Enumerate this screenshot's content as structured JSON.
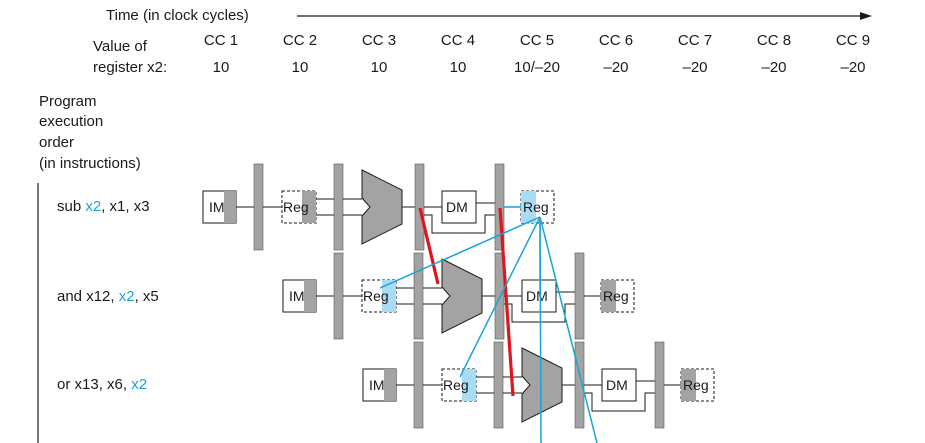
{
  "time_axis_label": "Time (in clock cycles)",
  "value_label_line1": "Value of",
  "value_label_line2": "register x2:",
  "cycles": [
    "CC 1",
    "CC 2",
    "CC 3",
    "CC 4",
    "CC 5",
    "CC 6",
    "CC 7",
    "CC 8",
    "CC 9"
  ],
  "register_values": [
    "10",
    "10",
    "10",
    "10",
    "10/–20",
    "–20",
    "–20",
    "–20",
    "–20"
  ],
  "order_label": [
    "Program",
    "execution",
    "order",
    "(in instructions)"
  ],
  "instructions": [
    {
      "parts": [
        {
          "text": "sub ",
          "hl": false
        },
        {
          "text": "x2",
          "hl": true
        },
        {
          "text": ", x1, x3",
          "hl": false
        }
      ]
    },
    {
      "parts": [
        {
          "text": "and x12, ",
          "hl": false
        },
        {
          "text": "x2",
          "hl": true
        },
        {
          "text": ", x5",
          "hl": false
        }
      ]
    },
    {
      "parts": [
        {
          "text": "or x13, x6, ",
          "hl": false
        },
        {
          "text": "x2",
          "hl": true
        }
      ]
    }
  ],
  "stage_labels": {
    "im": "IM",
    "reg": "Reg",
    "dm": "DM"
  },
  "colors": {
    "highlight": "#1aa3d9",
    "register_fill": "#a8dcf2",
    "forward_red": "#e0161b",
    "unit_gray": "#a3a3a3"
  }
}
